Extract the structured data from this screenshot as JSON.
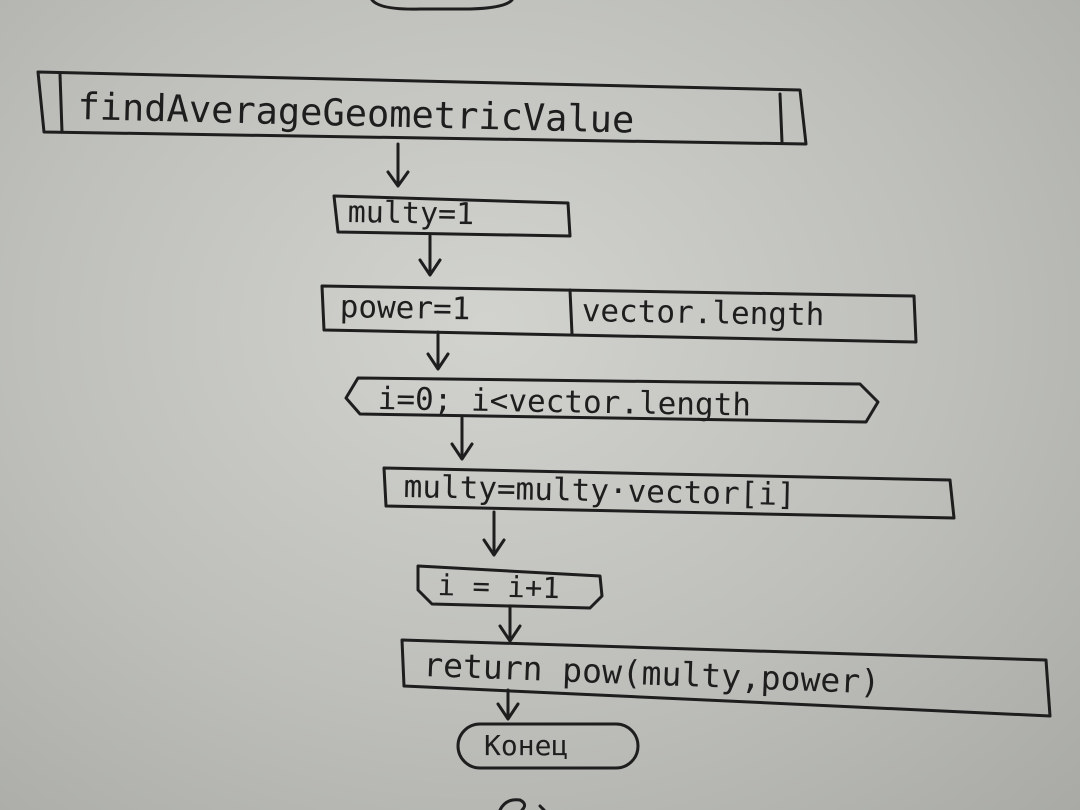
{
  "flowchart": {
    "start_label": "findAverageGeometricValue",
    "init_multy": "multy=1",
    "power_left": "power=1",
    "power_right": "vector.length",
    "loop_header": "i=0; i<vector.length",
    "loop_body": "multy=multy·vector[i]",
    "loop_end": "i = i+1",
    "return_stmt": "return pow(multy,power)",
    "end_label": "Конец"
  }
}
